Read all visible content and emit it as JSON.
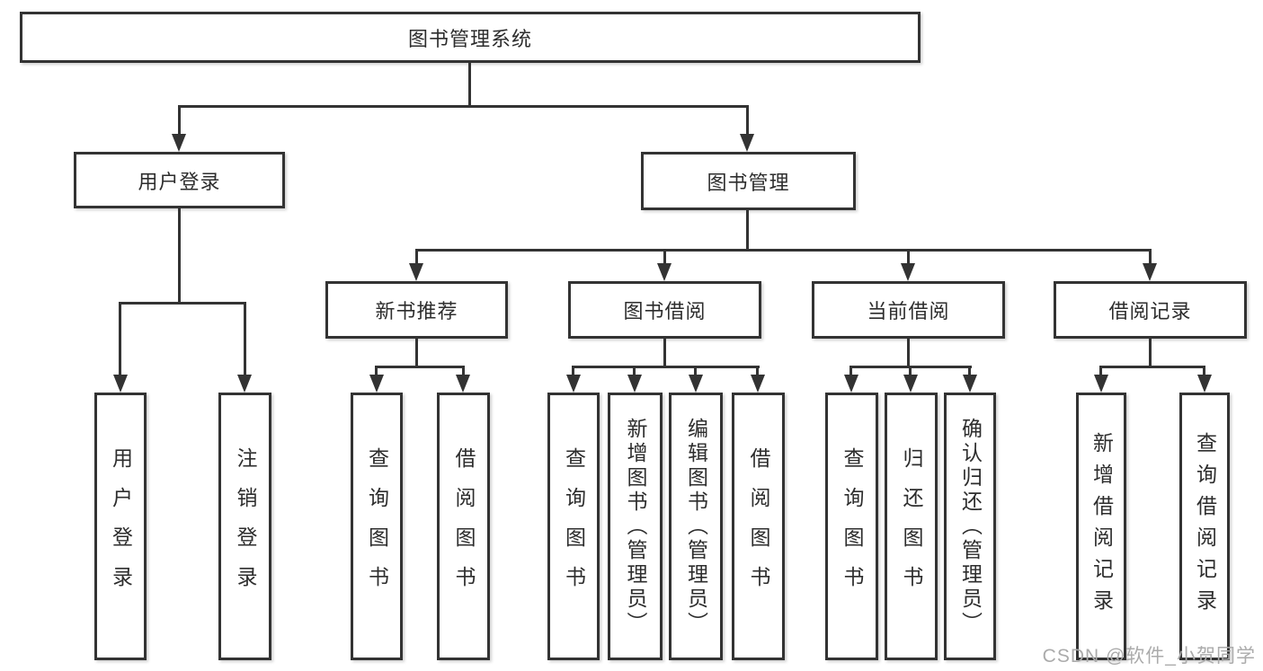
{
  "colors": {
    "line": "#333333",
    "text": "#2d2d2d",
    "boxbg": "#ffffff",
    "watermark": "#ababab"
  },
  "tree": {
    "root": "图书管理系统",
    "branches": [
      {
        "label": "用户登录",
        "leaves": [
          "用户登录",
          "注销登录"
        ]
      },
      {
        "label": "图书管理",
        "groups": [
          {
            "label": "新书推荐",
            "leaves": [
              "查询图书",
              "借阅图书"
            ]
          },
          {
            "label": "图书借阅",
            "leaves": [
              "查询图书",
              "新增图书（管理员）",
              "编辑图书（管理员）",
              "借阅图书"
            ]
          },
          {
            "label": "当前借阅",
            "leaves": [
              "查询图书",
              "归还图书",
              "确认归还（管理员）"
            ]
          },
          {
            "label": "借阅记录",
            "leaves": [
              "新增借阅记录",
              "查询借阅记录"
            ]
          }
        ]
      }
    ]
  },
  "watermark": "CSDN @软件_小贺同学"
}
